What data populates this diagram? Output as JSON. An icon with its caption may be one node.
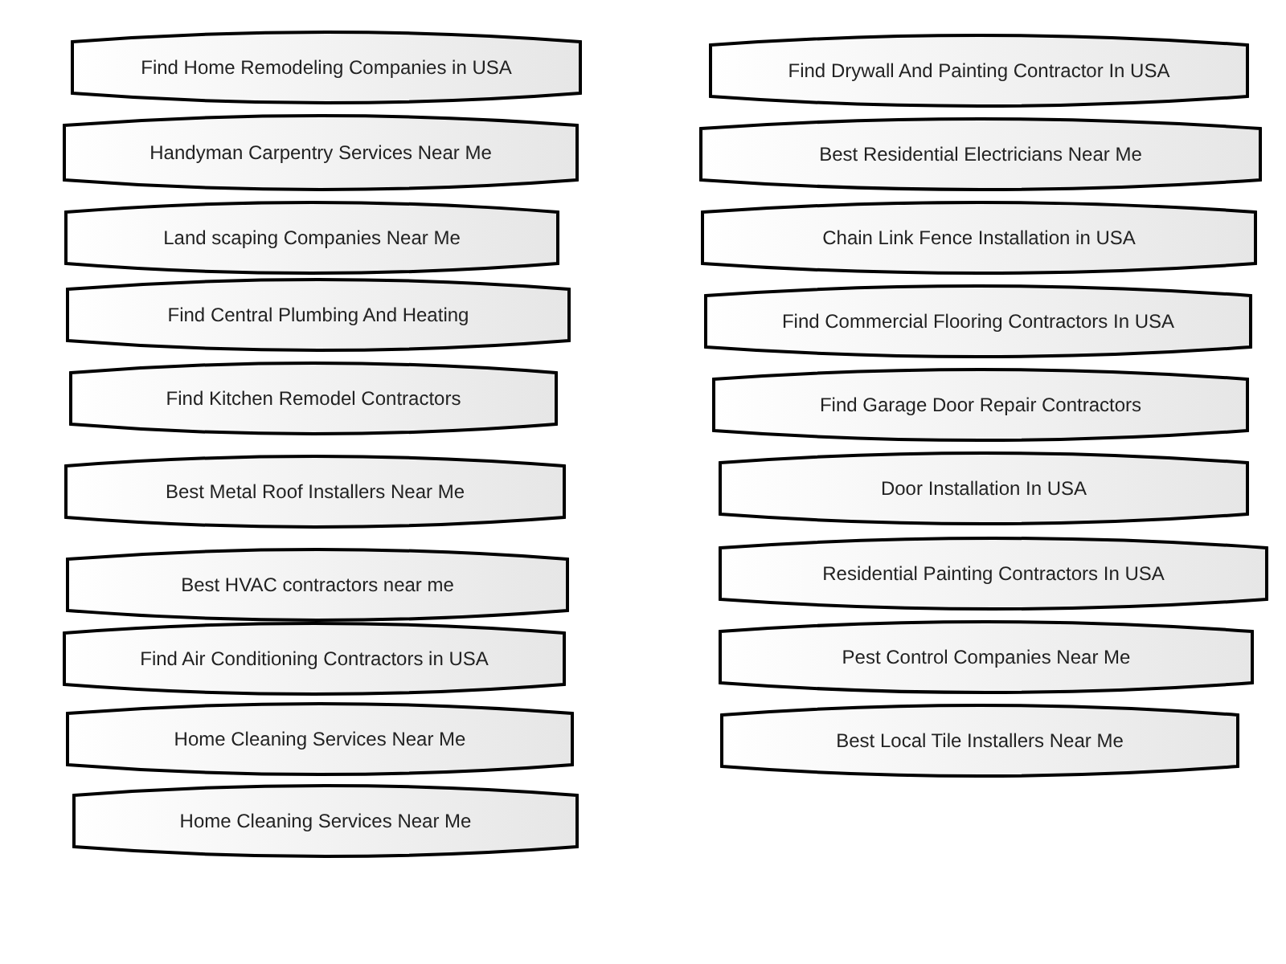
{
  "diagram": {
    "nodes": [
      {
        "text": [
          "Find Home Remodeling Companies in USA"
        ]
      },
      {
        "text": [
          "Handyman Carpentry Services Near Me"
        ]
      },
      {
        "text": [
          "Land scaping Companies Near Me"
        ]
      },
      {
        "text": [
          "Find Central Plumbing And Heating"
        ]
      },
      {
        "text": [
          "Find Kitchen Remodel Contractors"
        ]
      },
      {
        "text": [
          "Best Metal Roof Installers Near Me"
        ]
      },
      {
        "text": [
          "Best HVAC contractors near me"
        ]
      },
      {
        "text": [
          "Find Air Conditioning Contractors in USA"
        ]
      },
      {
        "text": [
          "Home Cleaning Services Near Me"
        ]
      },
      {
        "text": [
          "Home Cleaning Services Near Me"
        ]
      },
      {
        "text": [
          "Find Drywall And Painting Contractor In USA"
        ]
      },
      {
        "text": [
          "Best Residential Electricians Near Me"
        ]
      },
      {
        "text": [
          "Chain Link Fence Installation in USA"
        ]
      },
      {
        "text": [
          "Find Commercial Flooring Contractors In USA"
        ]
      },
      {
        "text": [
          "Find Garage Door Repair Contractors"
        ]
      },
      {
        "text": [
          "Door Installation In USA"
        ]
      },
      {
        "text": [
          "Residential Painting Contractors In USA"
        ]
      },
      {
        "text": [
          "Pest Control Companies Near Me"
        ]
      },
      {
        "text": [
          "Best Local Tile Installers Near Me"
        ]
      }
    ]
  }
}
